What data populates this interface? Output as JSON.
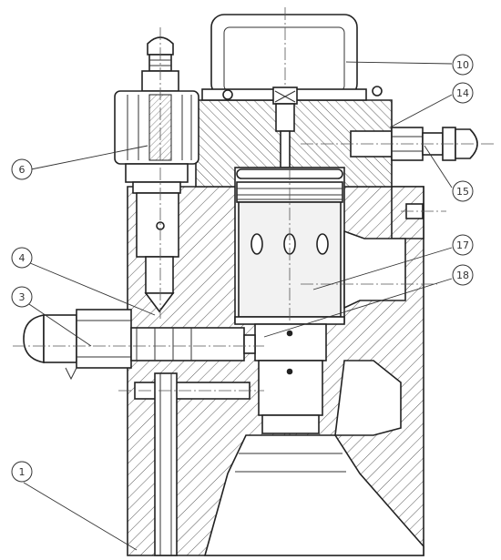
{
  "drawing": {
    "colors": {
      "line": "#222222",
      "hatch": "#555555",
      "shade": "#e4e4e4",
      "paper": "#ffffff"
    },
    "callouts": [
      {
        "id": "1",
        "label": "1"
      },
      {
        "id": "3",
        "label": "3"
      },
      {
        "id": "4",
        "label": "4"
      },
      {
        "id": "6",
        "label": "6"
      },
      {
        "id": "10",
        "label": "10"
      },
      {
        "id": "14",
        "label": "14"
      },
      {
        "id": "15",
        "label": "15"
      },
      {
        "id": "17",
        "label": "17"
      },
      {
        "id": "18",
        "label": "18"
      }
    ]
  }
}
